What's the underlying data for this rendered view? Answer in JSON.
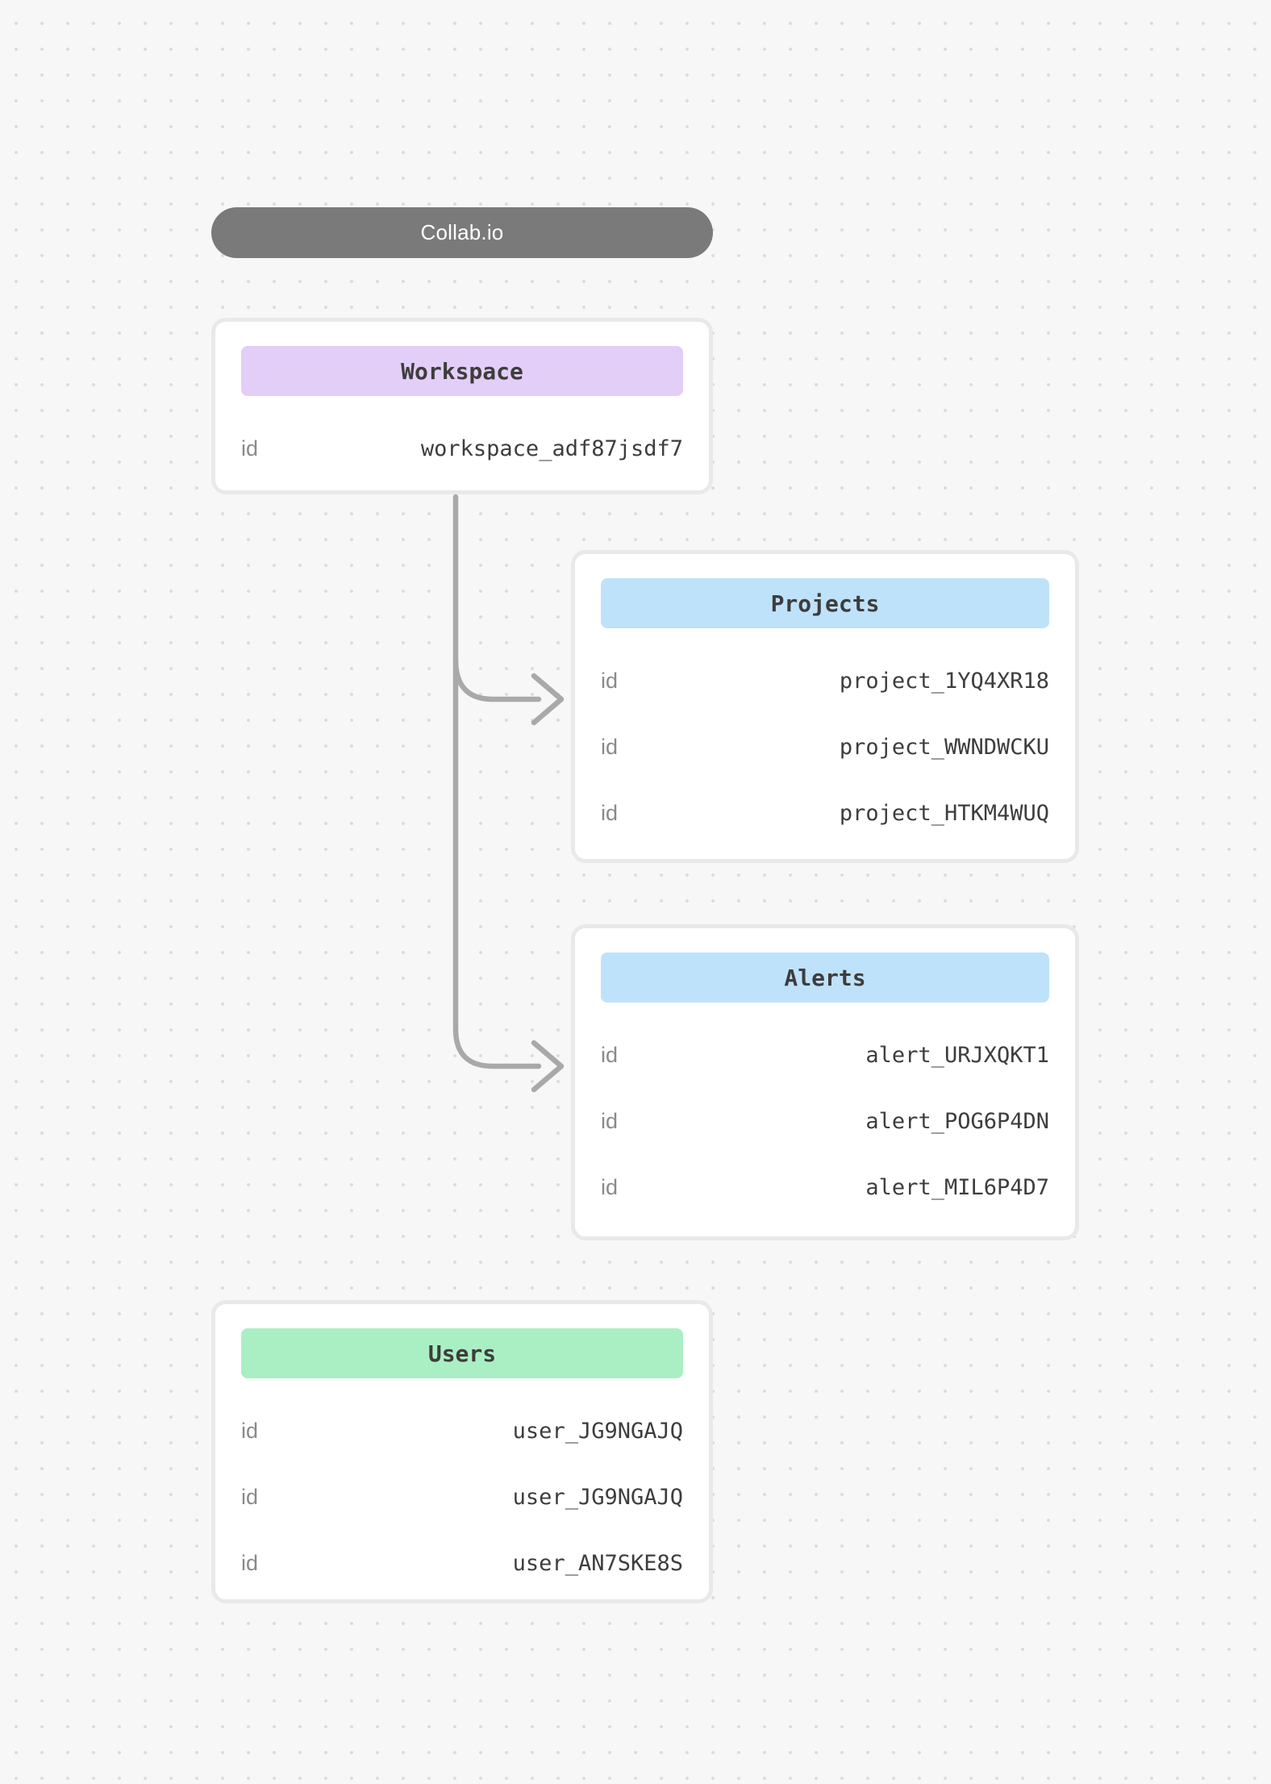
{
  "app": {
    "title": "Collab.io"
  },
  "colors": {
    "pill_bg": "#7a7a7a",
    "pill_text": "#ffffff",
    "workspace_header_bg": "#e3cef7",
    "projects_header_bg": "#bfe2fb",
    "alerts_header_bg": "#bfe2fb",
    "users_header_bg": "#aaefc3",
    "arrow": "#a9a9a9"
  },
  "nodes": {
    "workspace": {
      "title": "Workspace",
      "rows": [
        {
          "key": "id",
          "value": "workspace_adf87jsdf7"
        }
      ]
    },
    "projects": {
      "title": "Projects",
      "rows": [
        {
          "key": "id",
          "value": "project_1YQ4XR18"
        },
        {
          "key": "id",
          "value": "project_WWNDWCKU"
        },
        {
          "key": "id",
          "value": "project_HTKM4WUQ"
        }
      ]
    },
    "alerts": {
      "title": "Alerts",
      "rows": [
        {
          "key": "id",
          "value": "alert_URJXQKT1"
        },
        {
          "key": "id",
          "value": "alert_POG6P4DN"
        },
        {
          "key": "id",
          "value": "alert_MIL6P4D7"
        }
      ]
    },
    "users": {
      "title": "Users",
      "rows": [
        {
          "key": "id",
          "value": "user_JG9NGAJQ"
        },
        {
          "key": "id",
          "value": "user_JG9NGAJQ"
        },
        {
          "key": "id",
          "value": "user_AN7SKE8S"
        }
      ]
    }
  }
}
